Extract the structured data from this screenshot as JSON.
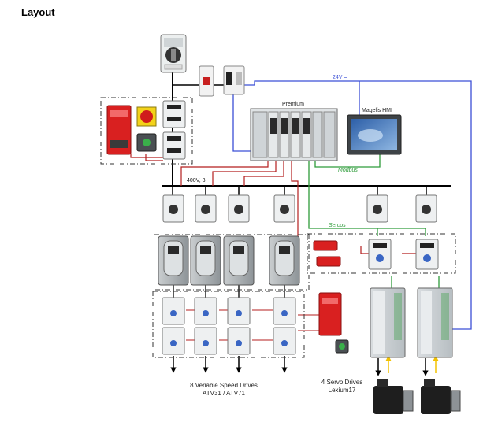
{
  "title": "Layout",
  "labels": {
    "plc": "Premium",
    "hmi": "Magelis HMI",
    "voltage_24": "24V =",
    "voltage_400": "400V, 3~",
    "modbus": "Modbus",
    "sercos": "Sercos",
    "drives_line1": "8 Veriable Speed Drives",
    "drives_line2": "ATV31 / ATV71",
    "servo_line1": "4 Servo Drives",
    "servo_line2": "Lexium17"
  },
  "colors": {
    "power_bus": "#000000",
    "supply_24v": "#3b4fd6",
    "control_red": "#b51f1f",
    "fieldbus_green": "#2e9c3a",
    "safety_red": "#e02020",
    "arrow_yellow": "#f2c200"
  }
}
